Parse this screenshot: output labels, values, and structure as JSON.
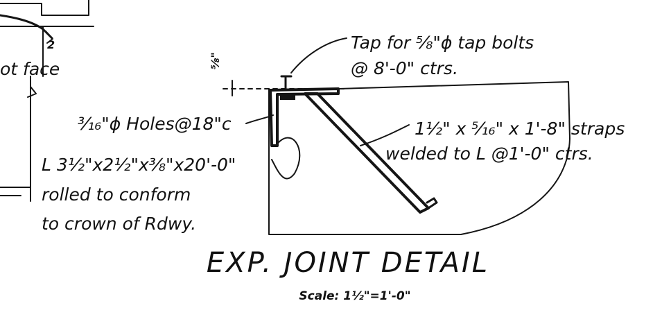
{
  "left_fragment": {
    "face_label": "ot face",
    "dim_mark": "2"
  },
  "callouts": {
    "tap_line1": "Tap for ⅝\"ϕ tap bolts",
    "tap_line2": "@ 8'-0\" ctrs.",
    "holes": "³⁄₁₆\"ϕ Holes@18\"c",
    "angle_line1": "L 3½\"x2½\"x⅜\"x20'-0\"",
    "angle_line2": "rolled to conform",
    "angle_line3": "to crown of Rdwy.",
    "strap_line1": "1½\" x ⁵⁄₁₆\" x 1'-8\" straps",
    "strap_line2": "welded to L @1'-0\" ctrs.",
    "offset_dim": "⅝\""
  },
  "title": {
    "main": "EXP. JOINT DETAIL",
    "scale": "Scale: 1½\"=1'-0\""
  }
}
